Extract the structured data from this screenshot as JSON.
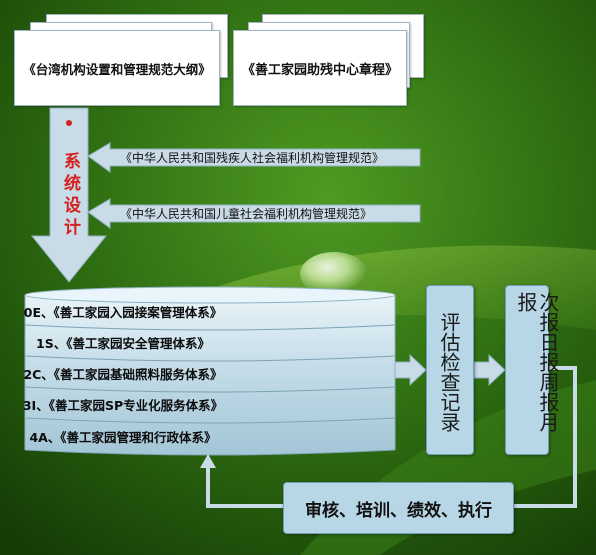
{
  "top_docs": [
    {
      "label": "《台湾机构设置和管理规范大纲》"
    },
    {
      "label": "《善工家园助残中心章程》"
    }
  ],
  "regulations": [
    {
      "label": "《中华人民共和国残疾人社会福利机构管理规范》"
    },
    {
      "label": "《中华人民共和国儿童社会福利机构管理规范》"
    }
  ],
  "arrow_text": "系统设计",
  "systems": [
    {
      "label": "0E、《善工家园入园接案管理体系》"
    },
    {
      "label": "1S、《善工家园安全管理体系》"
    },
    {
      "label": "2C、《善工家园基础照料服务体系》"
    },
    {
      "label": "3I、《善工家园SP专业化服务体系》"
    },
    {
      "label": "4A、《善工家园管理和行政体系》"
    }
  ],
  "review_box": "评估检查记录",
  "report_box": "次报日报周报月报",
  "bottom_box": "审核、培训、绩效、执行",
  "colors": {
    "background": "#2c6a10",
    "box": "#b7d6e6",
    "arrow": "#c9dbe6",
    "bullet": "#d42020"
  }
}
